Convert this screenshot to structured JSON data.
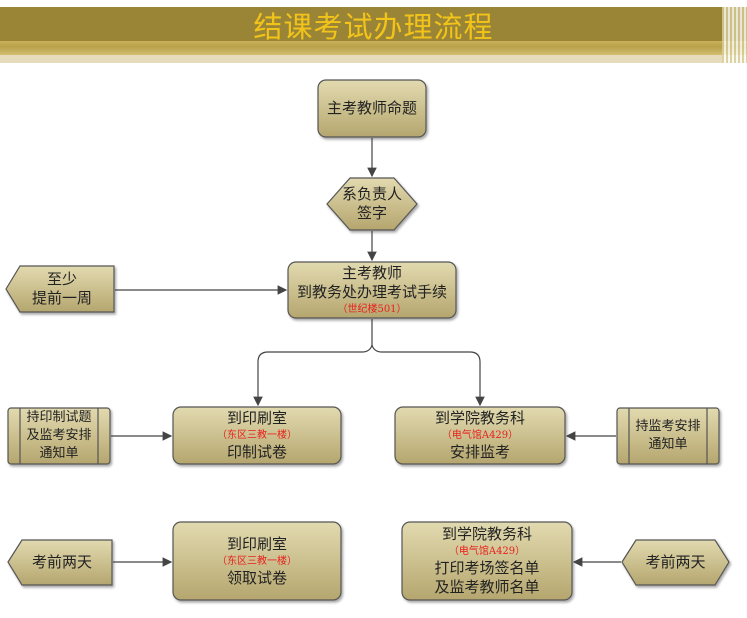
{
  "title": "结课考试办理流程",
  "colors": {
    "band": "#9a8537",
    "title": "#f2c41a",
    "node_top": "#e2dab0",
    "node_bottom": "#b5a66e",
    "note": "#e8201c"
  },
  "nodes": {
    "propose": {
      "line1": "主考教师命题"
    },
    "sign": {
      "line1": "系负责人",
      "line2": "签字"
    },
    "procedure": {
      "line1": "主考教师",
      "line2": "到教务处办理考试手续",
      "note": "（世纪楼501）"
    },
    "week_before": {
      "line1": "至少",
      "line2": "提前一周"
    },
    "print_notice": {
      "line1": "持印制试题",
      "line2": "及监考安排",
      "line3": "通知单"
    },
    "print_room": {
      "line1": "到印刷室",
      "note": "（东区三教一楼）",
      "line2": "印制试卷"
    },
    "college_office": {
      "line1": "到学院教务科",
      "note": "（电气馆A429）",
      "line2": "安排监考"
    },
    "invig_notice": {
      "line1": "持监考安排",
      "line2": "通知单"
    },
    "two_days_left": {
      "line1": "考前两天"
    },
    "collect_papers": {
      "line1": "到印刷室",
      "note": "（东区三教一楼）",
      "line2": "领取试卷"
    },
    "print_lists": {
      "line1": "到学院教务科",
      "note": "（电气馆A429）",
      "line2": "打印考场签名单",
      "line3": "及监考教师名单"
    },
    "two_days_right": {
      "line1": "考前两天"
    }
  }
}
